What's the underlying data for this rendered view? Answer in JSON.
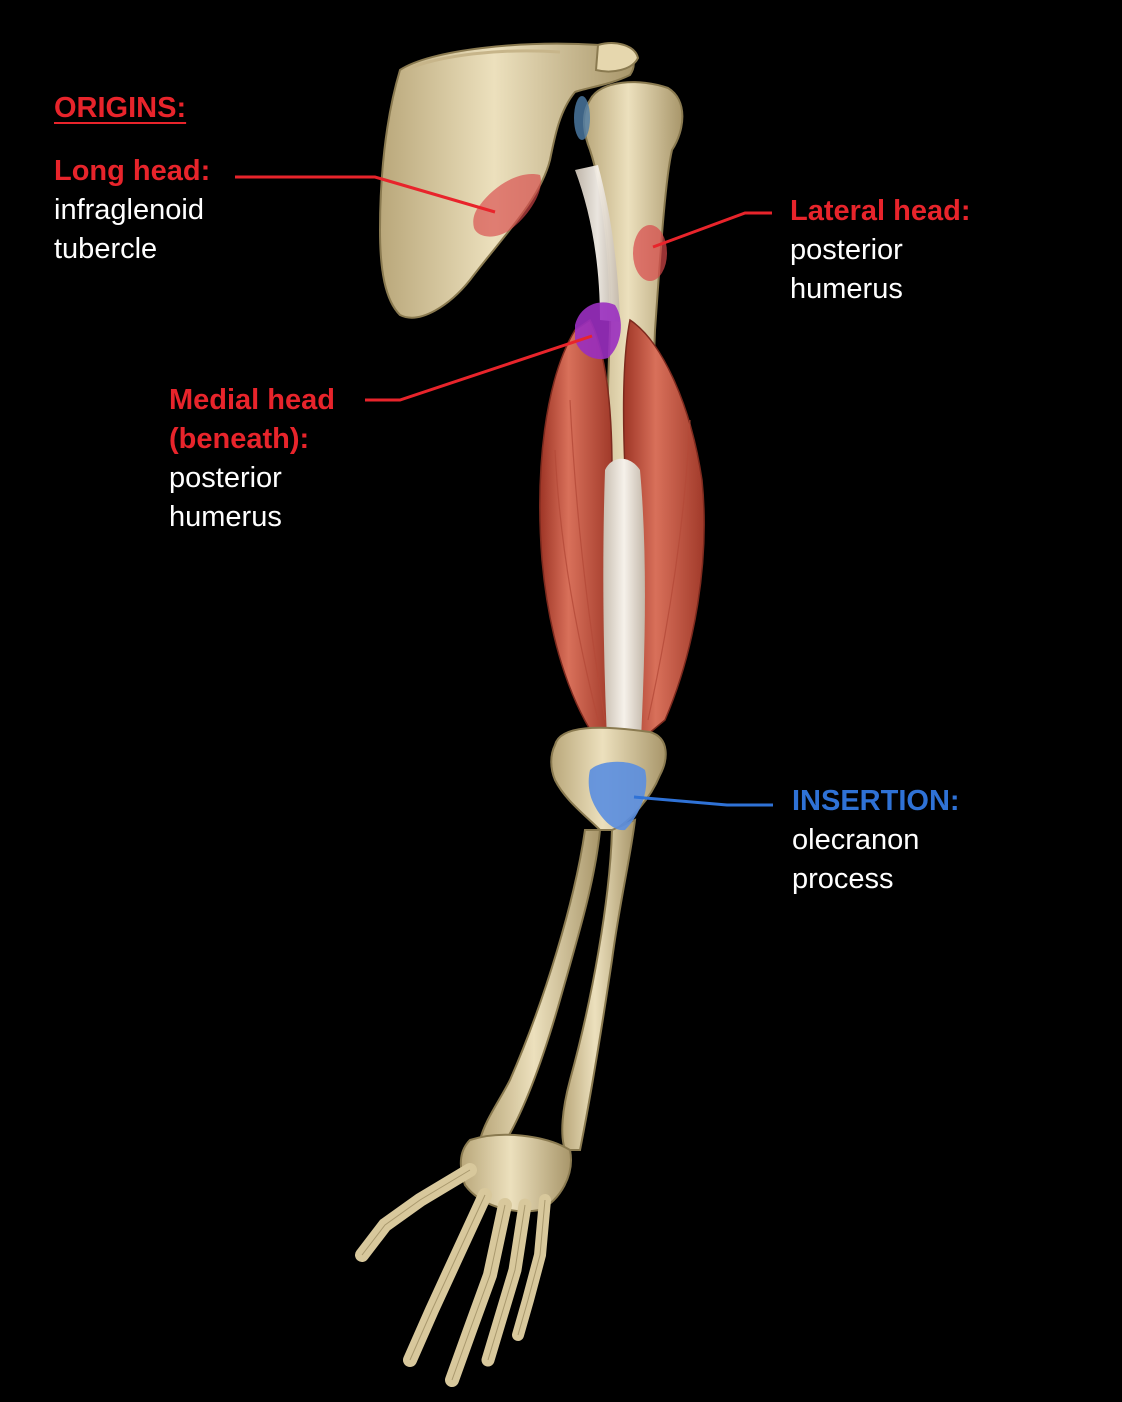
{
  "title": "ORIGINS:",
  "labels": {
    "long_head": {
      "head": "Long head:",
      "desc_1": "infraglenoid",
      "desc_2": "tubercle"
    },
    "lateral_head": {
      "head": "Lateral head:",
      "desc_1": "posterior",
      "desc_2": "humerus"
    },
    "medial_head": {
      "head_1": "Medial head",
      "head_2": "(beneath):",
      "desc_1": "posterior",
      "desc_2": "humerus"
    },
    "insertion": {
      "head": "INSERTION:",
      "desc_1": "olecranon",
      "desc_2": "process"
    }
  },
  "colors": {
    "background": "#000000",
    "origin_label": "#e8242b",
    "insertion_label": "#2f72d6",
    "bone": "#e2d3a8",
    "muscle": "#c8523e",
    "tendon": "#eee6da",
    "origin_marker": "#d9484a",
    "medial_marker": "#9a2fc0",
    "insertion_marker": "#5a8ee0"
  }
}
